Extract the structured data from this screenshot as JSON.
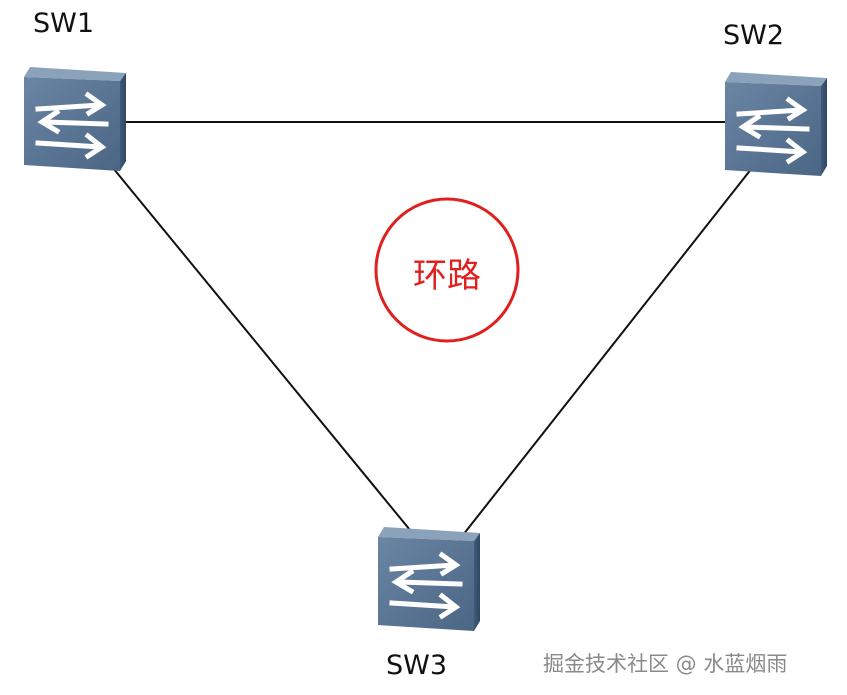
{
  "switches": {
    "sw1": {
      "label": "SW1",
      "icon": "network-switch-icon"
    },
    "sw2": {
      "label": "SW2",
      "icon": "network-switch-icon"
    },
    "sw3": {
      "label": "SW3",
      "icon": "network-switch-icon"
    }
  },
  "links": [
    {
      "from": "SW1",
      "to": "SW2"
    },
    {
      "from": "SW1",
      "to": "SW3"
    },
    {
      "from": "SW2",
      "to": "SW3"
    }
  ],
  "loop_marker": {
    "label": "环路",
    "color": "#e0201e"
  },
  "watermark": "掘金技术社区 @ 水蓝烟雨",
  "colors": {
    "link": "#111111",
    "switch_face": "#55718f",
    "switch_top": "#7a93ad",
    "switch_side": "#3a5371",
    "switch_arrow": "#ffffff"
  }
}
